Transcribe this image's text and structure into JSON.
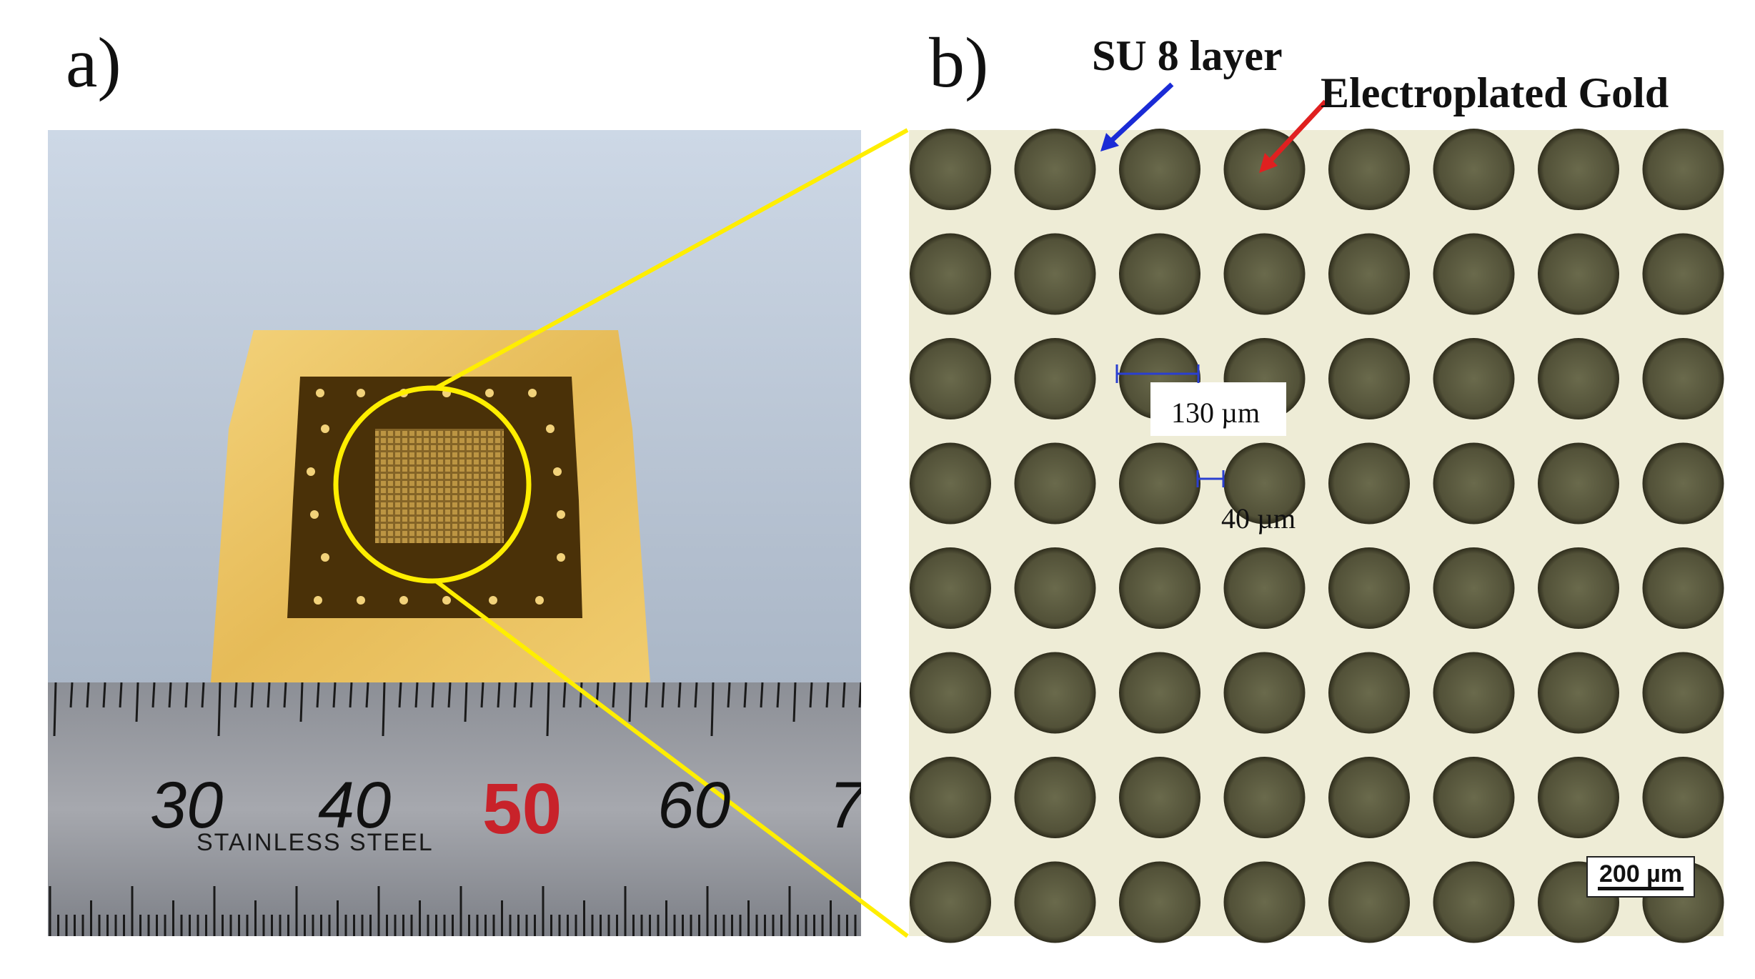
{
  "panels": {
    "a": {
      "label": "a)"
    },
    "b": {
      "label": "b)"
    }
  },
  "ruler": {
    "numbers": [
      "30",
      "40",
      "50",
      "60",
      "7"
    ],
    "text": "STAINLESS STEEL"
  },
  "annotations": {
    "su8": "SU 8 layer",
    "gold": "Electroplated Gold",
    "diameter": "130 µm",
    "gap": "40 µm",
    "scale": "200 µm"
  },
  "colors": {
    "zoom_lines": "#ffee00",
    "su8_arrow": "#1a2bd6",
    "gold_arrow": "#e02020",
    "dim_lines": "#2a3fd0",
    "substrate": "#e9c56a",
    "mask": "#4a3108",
    "gold_dot": "#59573d",
    "background_micro": "#eeecd6"
  }
}
